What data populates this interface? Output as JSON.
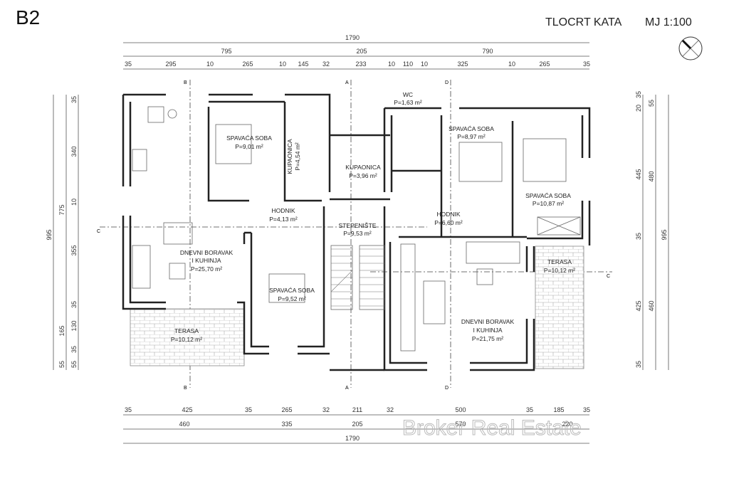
{
  "header": {
    "sheet_id": "B2",
    "title": "TLOCRT KATA",
    "scale": "MJ 1:100",
    "north_icon": "north-arrow-icon"
  },
  "dimensions": {
    "top_total": "1790",
    "top_mid": [
      "795",
      "205",
      "790"
    ],
    "top_detail": [
      "35",
      "295",
      "10",
      "265",
      "10",
      "145",
      "32",
      "233",
      "10",
      "110",
      "10",
      "325",
      "10",
      "265",
      "35"
    ],
    "bottom_detail": [
      "35",
      "425",
      "35",
      "265",
      "32",
      "211",
      "32",
      "500",
      "35",
      "185",
      "35"
    ],
    "bottom_mid": [
      "460",
      "335",
      "205",
      "570",
      "220"
    ],
    "bottom_total": "1790",
    "left_total": "995",
    "left_mid": [
      "775",
      "165",
      "55"
    ],
    "left_detail": [
      "35",
      "340",
      "10",
      "355",
      "35",
      "130",
      "35",
      "55"
    ],
    "right_detail": [
      "35",
      "20",
      "445",
      "35",
      "425",
      "35"
    ],
    "right_mid": [
      "55",
      "480",
      "460"
    ],
    "right_total": "995"
  },
  "sections": {
    "a": "A",
    "b": "B",
    "c": "C",
    "d": "D"
  },
  "rooms": [
    {
      "name": "SPAVAĆA SOBA",
      "area": "P=9,01 m²"
    },
    {
      "name": "KUPAONICA",
      "area": "P=4,54 m²"
    },
    {
      "name": "KUPAONICA",
      "area": "P=3,96 m²"
    },
    {
      "name": "WC",
      "area": "P=1,63 m²"
    },
    {
      "name": "SPAVAĆA SOBA",
      "area": "P=8,97 m²"
    },
    {
      "name": "SPAVAĆA SOBA",
      "area": "P=10,87 m²"
    },
    {
      "name": "HODNIK",
      "area": "P=4,13 m²"
    },
    {
      "name": "STEPENIŠTE",
      "area": "P=9,53 m²"
    },
    {
      "name": "HODNIK",
      "area": "P=6,60 m²"
    },
    {
      "name": "DNEVNI BORAVAK",
      "name2": "I KUHINJA",
      "area": "P=25,70 m²"
    },
    {
      "name": "SPAVAĆA SOBA",
      "area": "P=9,52 m²"
    },
    {
      "name": "TERASA",
      "area": "P=10,12 m²"
    },
    {
      "name": "DNEVNI BORAVAK",
      "name2": "I KUHINJA",
      "area": "P=21,75 m²"
    },
    {
      "name": "TERASA",
      "area": "P=10,12 m²"
    }
  ],
  "watermark": "Broker Real Estate"
}
